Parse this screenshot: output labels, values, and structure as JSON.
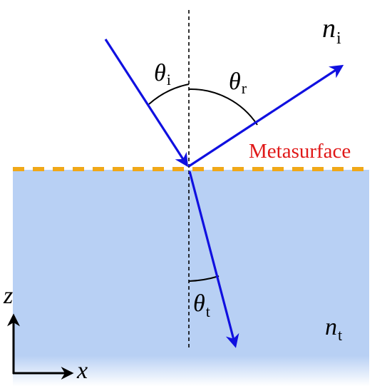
{
  "diagram": {
    "medium_incident_symbol": "n",
    "medium_incident_subscript": "i",
    "medium_transmitted_symbol": "n",
    "medium_transmitted_subscript": "t",
    "angle_incident_symbol": "θ",
    "angle_incident_subscript": "i",
    "angle_reflected_symbol": "θ",
    "angle_reflected_subscript": "r",
    "angle_transmitted_symbol": "θ",
    "angle_transmitted_subscript": "t",
    "interface_label": "Metasurface",
    "axis_vertical_label": "z",
    "axis_horizontal_label": "x"
  },
  "colors": {
    "rays": "#1010e0",
    "substrate": "#b8d0f4",
    "metasurface_dashes": "#f0a818",
    "interface_label": "#e01818",
    "normal_line": "#000000",
    "text": "#000000"
  }
}
